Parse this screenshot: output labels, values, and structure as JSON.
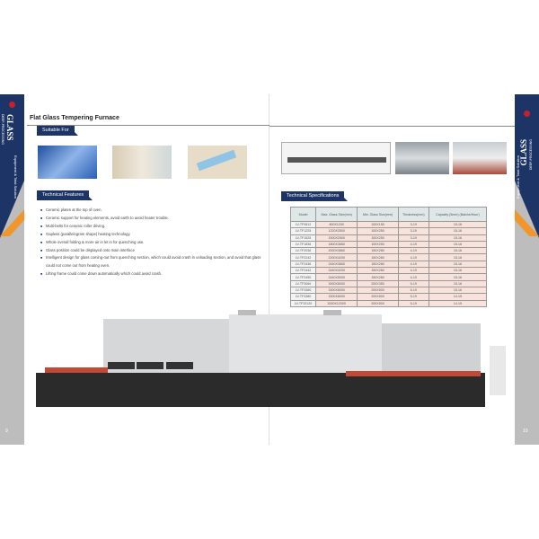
{
  "title": "Flat Glass Tempering Furnace",
  "suitable_for": "Suitable For",
  "features_heading": "Technical Features",
  "features": [
    "Ceramic plates at the top of oven.",
    "Ceramic support for heating elements, avoid earth to avoid heater trouble.",
    "Multi-belts for ceramic roller driving.",
    "Gapless (parallelogram shape) heating technology.",
    "Whole overall folding & more air in let in for quenching use.",
    "Glass position could be displayed onto main interface",
    "Intelligent design for glass coming-out from quenching section, which could avoid crash in unloading section, and avoid that glass could not come out from heating oven.",
    "Lifting frame could come down automatically which could avoid crash."
  ],
  "specs_heading": "Technical Specifications",
  "specs": {
    "headers": [
      "Model",
      "Max. Glass Size(mm)",
      "Min. Glass Size(mm)",
      "Thickness(mm)",
      "Capacity (5mm) (Batchs/Hour)"
    ],
    "rows": [
      [
        "LV-TF0812",
        "800X1200",
        "100X150",
        "3-19",
        "15-16"
      ],
      [
        "LV-TF1225",
        "1220X2500",
        "100X250",
        "3-19",
        "15-16"
      ],
      [
        "LV-TF1525",
        "1500X2500",
        "100X250",
        "3-19",
        "15-16"
      ],
      [
        "LV-TF1836",
        "1800X3660",
        "100X250",
        "4-19",
        "15-16"
      ],
      [
        "LV-TF2036",
        "2000X3660",
        "150X280",
        "4-19",
        "15-16"
      ],
      [
        "LV-TF2242",
        "2200X4200",
        "150X280",
        "4-19",
        "15-16"
      ],
      [
        "LV-TF2436",
        "2440X3660",
        "150X280",
        "4-19",
        "15-16"
      ],
      [
        "LV-TF2442",
        "2440X4200",
        "150X280",
        "4-19",
        "15-16"
      ],
      [
        "LV-TF2450",
        "2440X5000",
        "150X280",
        "4-19",
        "15-16"
      ],
      [
        "LV-TF3060",
        "3000X6000",
        "200X350",
        "5-19",
        "15-16"
      ],
      [
        "LV-TF3360",
        "3300X6000",
        "200X500",
        "5-19",
        "15-16"
      ],
      [
        "LV-TF3380",
        "3300X8000",
        "200X500",
        "5-19",
        "14-15"
      ],
      [
        "LV-TF33120",
        "3000X12000",
        "200X500",
        "5-19",
        "14-15"
      ]
    ]
  },
  "brand": {
    "word": "GLASS",
    "sub": "DEEP-PROCESSING",
    "slogan": "Equipment & Total Solution"
  },
  "page_left": "9",
  "page_right": "10",
  "colors": {
    "navy": "#1d3566",
    "orange": "#f0962a"
  }
}
